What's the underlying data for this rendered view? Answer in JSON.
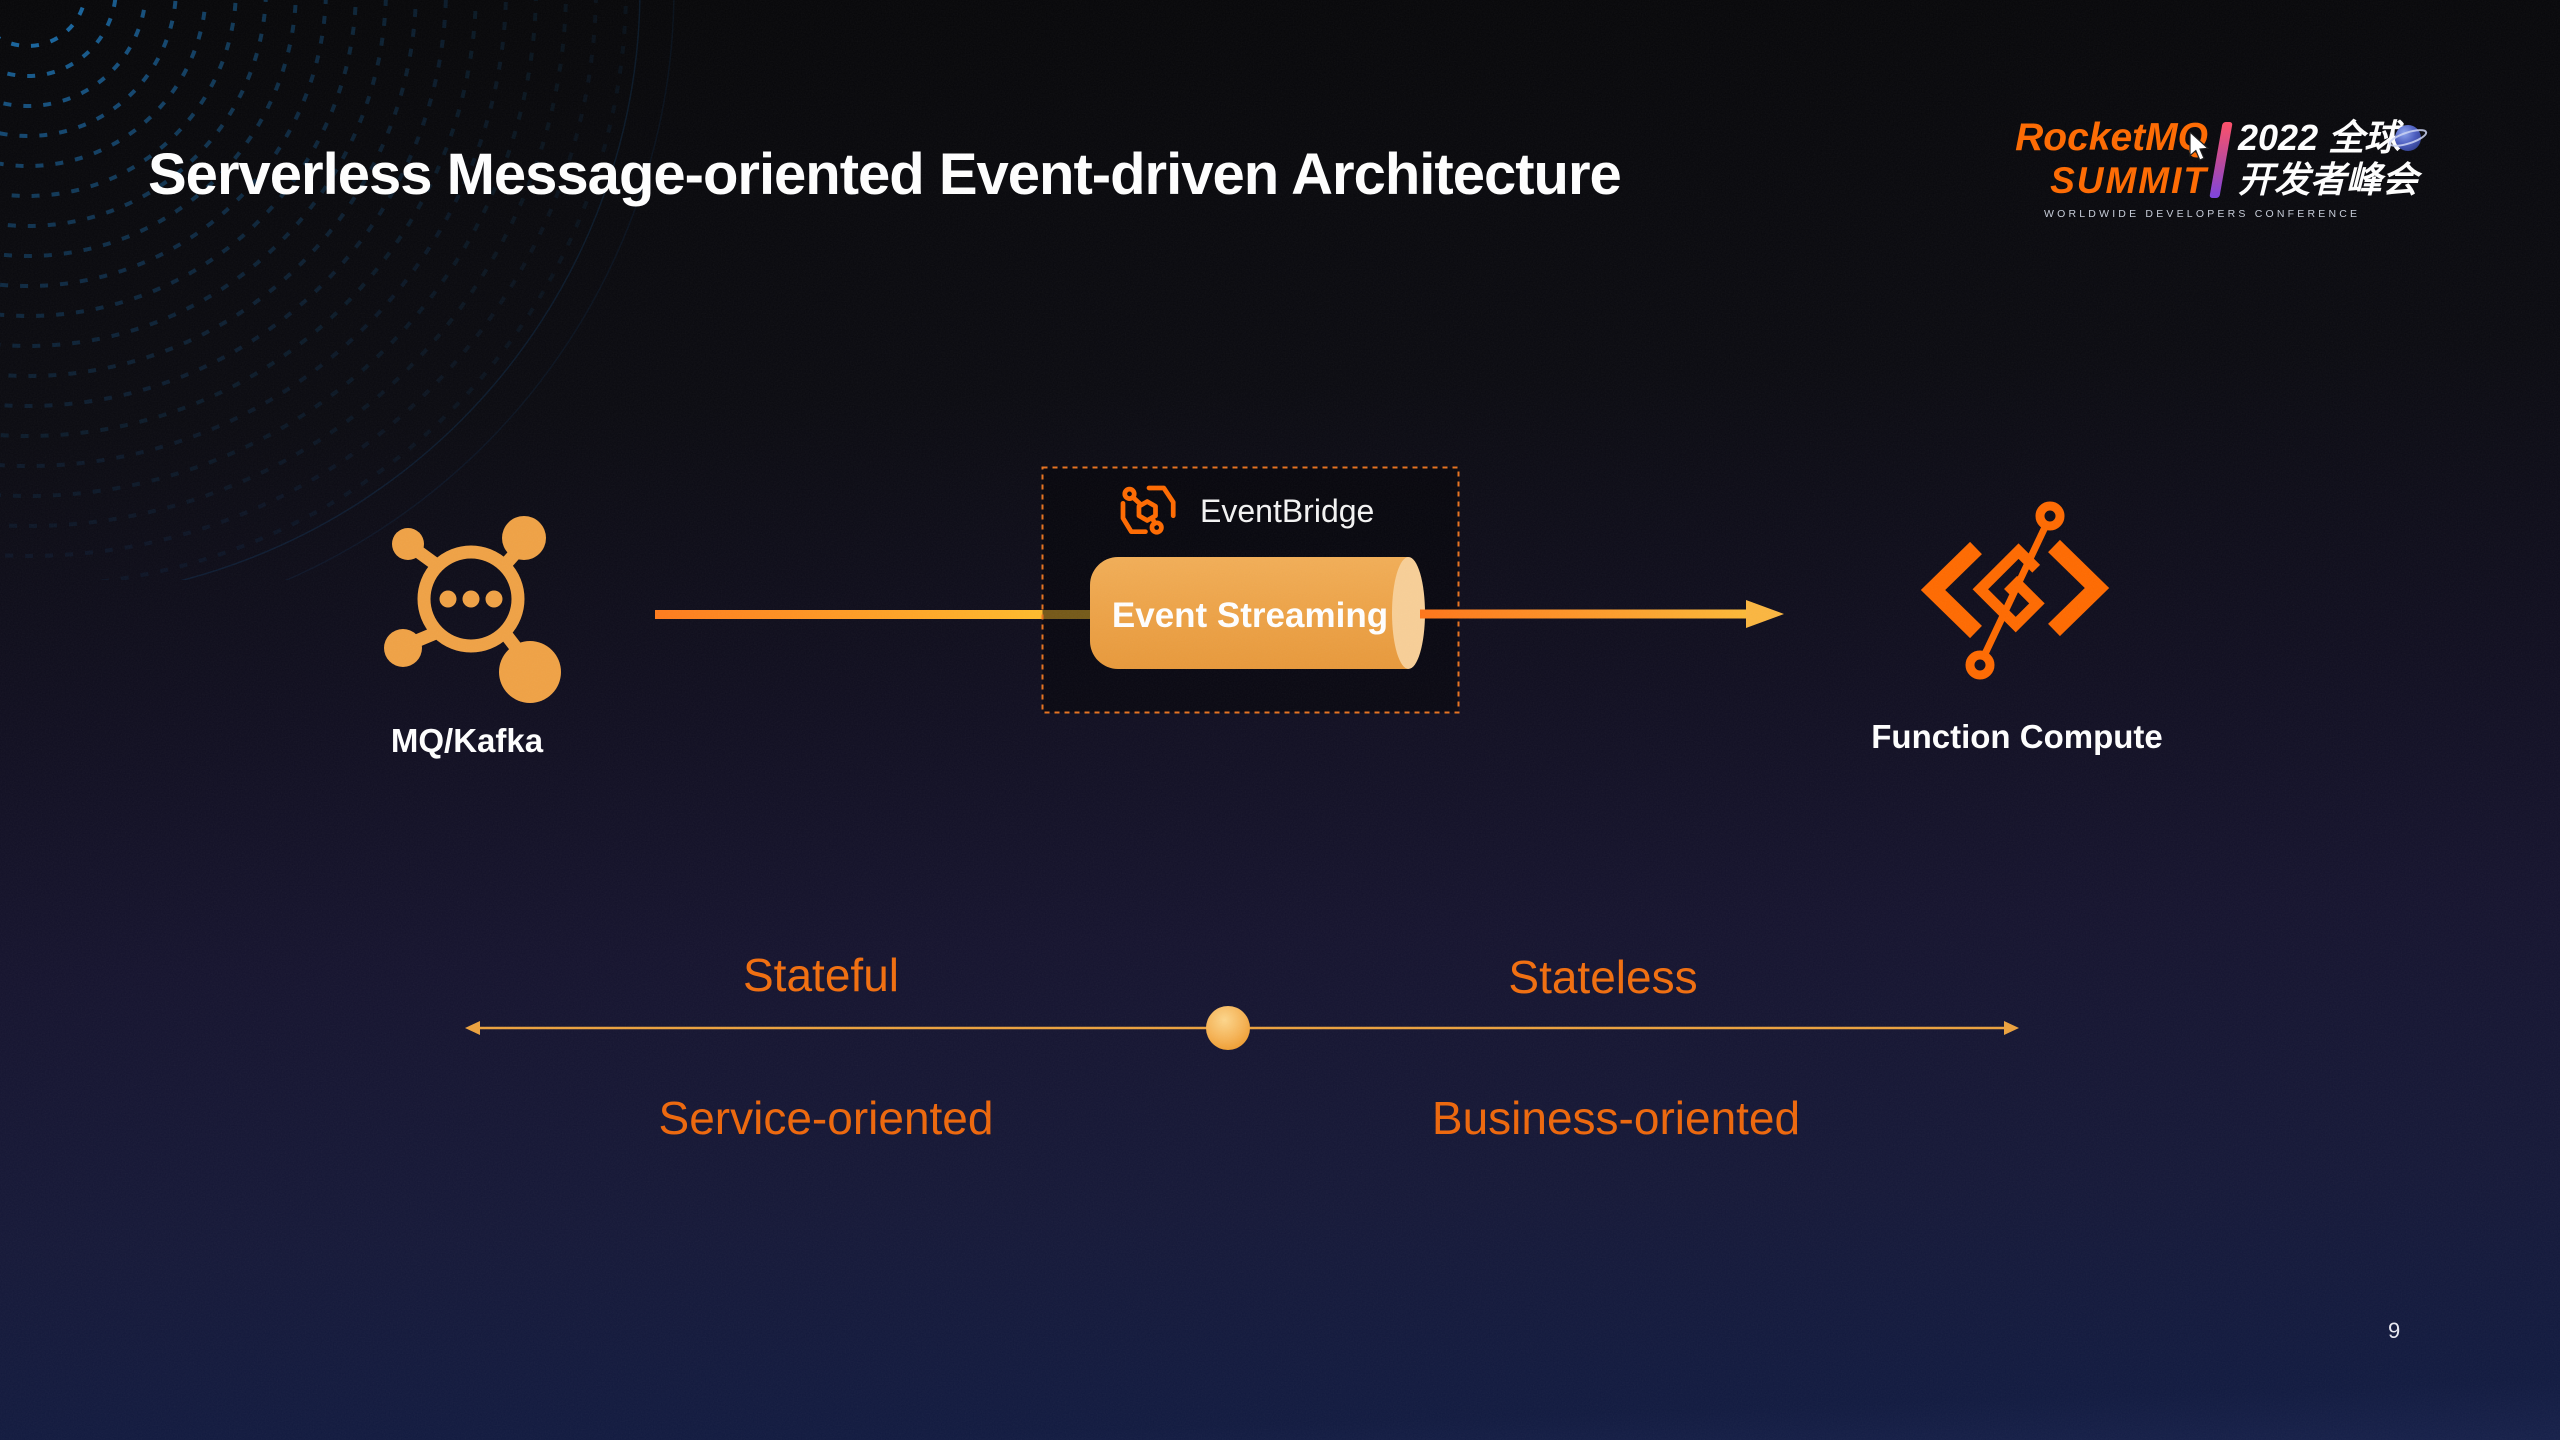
{
  "slide": {
    "title": "Serverless Message-oriented Event-driven Architecture",
    "page_number": "9"
  },
  "logo": {
    "brand_top": "RocketMQ",
    "brand_bottom": "SUMMIT",
    "year_line": "2022 全球",
    "cjk_line": "开发者峰会",
    "tagline": "WORLDWIDE DEVELOPERS CONFERENCE"
  },
  "diagram": {
    "source_label": "MQ/Kafka",
    "bridge_title": "EventBridge",
    "stream_label": "Event Streaming",
    "target_label": "Function Compute"
  },
  "spectrum": {
    "top_left": "Stateful",
    "top_right": "Stateless",
    "bottom_left": "Service-oriented",
    "bottom_right": "Business-oriented"
  },
  "colors": {
    "accent_orange": "#FF6A00",
    "icon_amber": "#F0A245",
    "label_orange": "#F16E0E",
    "axis_orange": "#ECA23E",
    "arc_blue": "#1B74B6",
    "cylinder_body": "#EDA246",
    "cylinder_cap": "#F8CF97",
    "dashed_border": "#E8721E"
  }
}
